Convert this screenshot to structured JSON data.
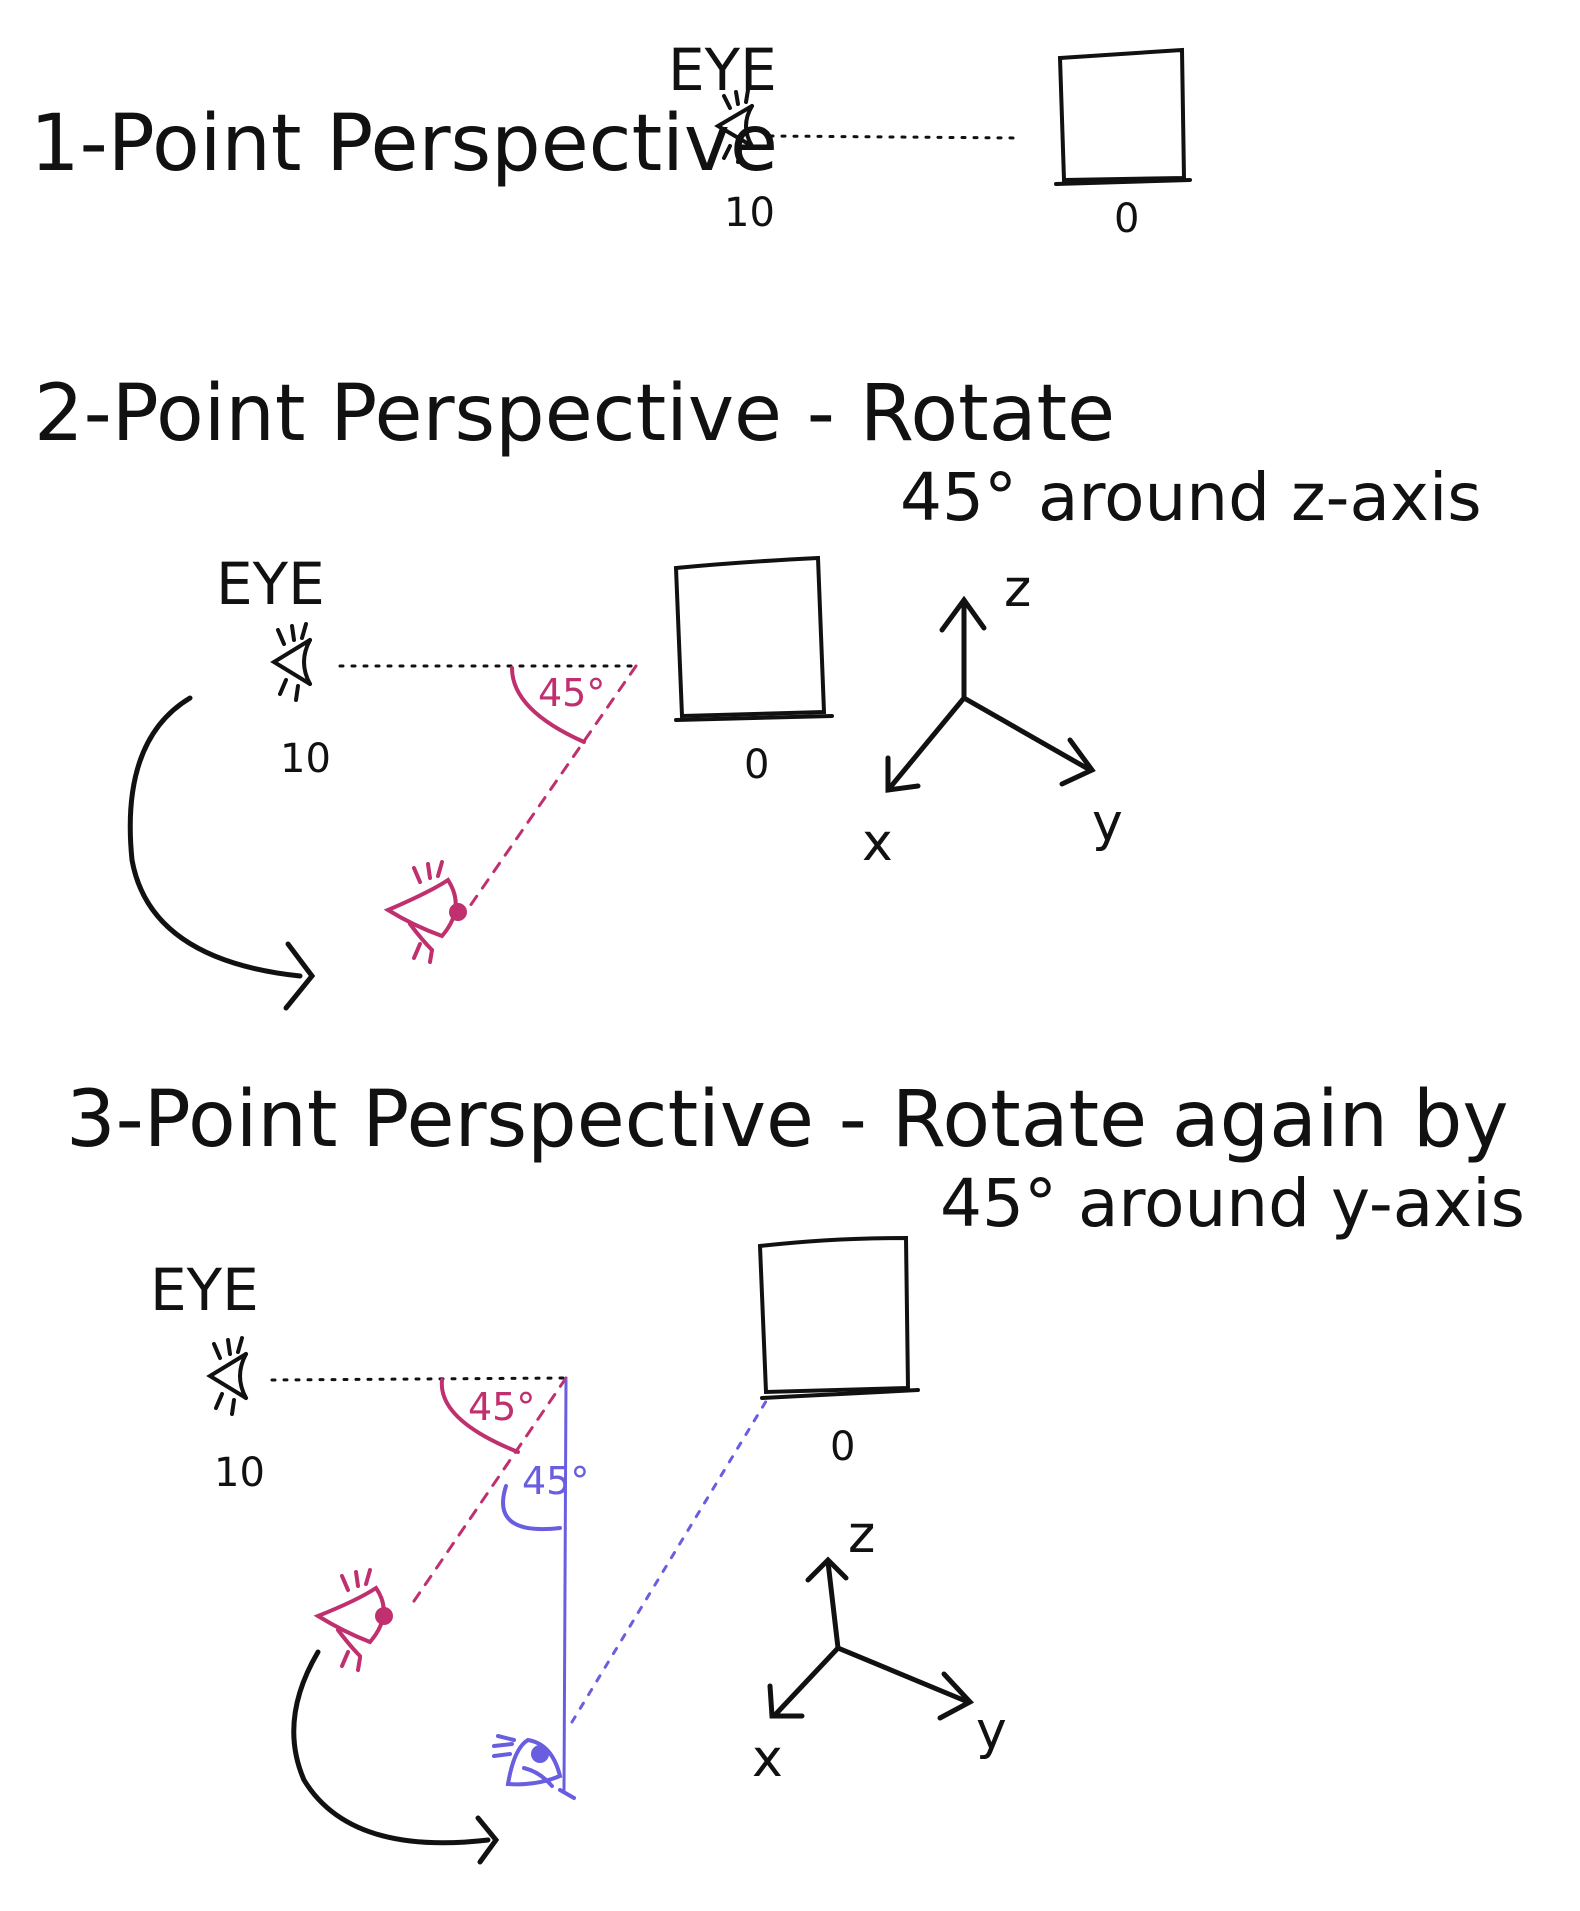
{
  "section1": {
    "title": "1-Point Perspective",
    "eye_label": "EYE",
    "eye_distance": "10",
    "object_distance": "0"
  },
  "section2": {
    "title": "2-Point Perspective - Rotate",
    "subtitle": "45° around z-axis",
    "eye_label": "EYE",
    "eye_distance": "10",
    "object_distance": "0",
    "angle_label": "45°",
    "axis_labels": {
      "z": "z",
      "x": "x",
      "y": "y"
    }
  },
  "section3": {
    "title": "3-Point Perspective - Rotate again by",
    "subtitle": "45° around y-axis",
    "eye_label": "EYE",
    "eye_distance": "10",
    "object_distance": "0",
    "angle_label_1": "45°",
    "angle_label_2": "45°",
    "axis_labels": {
      "z": "z",
      "x": "x",
      "y": "y"
    }
  },
  "colors": {
    "ink": "#111111",
    "magenta": "#c0306e",
    "violet": "#6a5ee0"
  }
}
